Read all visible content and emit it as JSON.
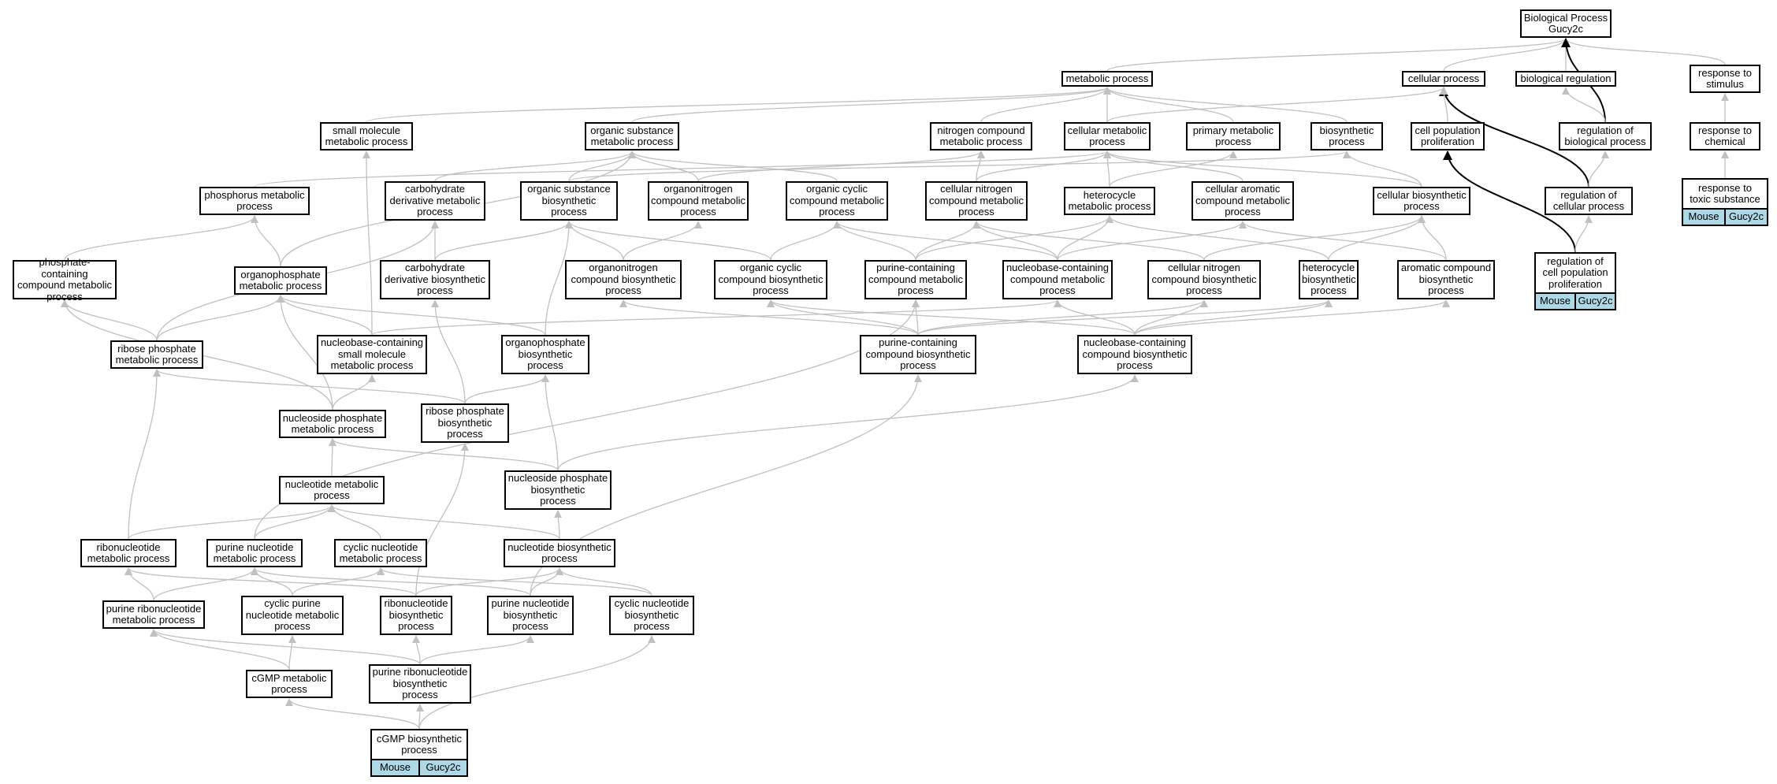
{
  "nodes": [
    {
      "id": "bp",
      "label": "Biological Process\nGucy2c"
    },
    {
      "id": "metabolic",
      "label": "metabolic process"
    },
    {
      "id": "cellular",
      "label": "cellular process"
    },
    {
      "id": "bioreg",
      "label": "biological regulation"
    },
    {
      "id": "stimulus",
      "label": "response to\nstimulus"
    },
    {
      "id": "smallmol",
      "label": "small molecule\nmetabolic process"
    },
    {
      "id": "orgsub",
      "label": "organic substance\nmetabolic process"
    },
    {
      "id": "nitro",
      "label": "nitrogen compound\nmetabolic process"
    },
    {
      "id": "cellmet",
      "label": "cellular metabolic\nprocess"
    },
    {
      "id": "primary",
      "label": "primary metabolic\nprocess"
    },
    {
      "id": "biosyn",
      "label": "biosynthetic\nprocess"
    },
    {
      "id": "cellprolif",
      "label": "cell population\nproliferation"
    },
    {
      "id": "regbio",
      "label": "regulation of\nbiological process"
    },
    {
      "id": "chemical",
      "label": "response to\nchemical"
    },
    {
      "id": "phosmet",
      "label": "phosphorus metabolic\nprocess"
    },
    {
      "id": "carbderiv",
      "label": "carbohydrate\nderivative metabolic\nprocess"
    },
    {
      "id": "orgsubbio",
      "label": "organic substance\nbiosynthetic\nprocess"
    },
    {
      "id": "organonit",
      "label": "organonitrogen\ncompound metabolic\nprocess"
    },
    {
      "id": "orgcyc",
      "label": "organic cyclic\ncompound metabolic\nprocess"
    },
    {
      "id": "cellnit",
      "label": "cellular nitrogen\ncompound metabolic\nprocess"
    },
    {
      "id": "hetmet",
      "label": "heterocycle\nmetabolic process"
    },
    {
      "id": "cellarom",
      "label": "cellular aromatic\ncompound metabolic\nprocess"
    },
    {
      "id": "cellbio",
      "label": "cellular biosynthetic\nprocess"
    },
    {
      "id": "regcell",
      "label": "regulation of\ncellular process"
    },
    {
      "id": "toxic",
      "label": "response to\ntoxic substance",
      "tags": [
        "Mouse",
        "Gucy2c"
      ]
    },
    {
      "id": "phoscont",
      "label": "phosphate-containing\ncompound metabolic\nprocess"
    },
    {
      "id": "orgphos",
      "label": "organophosphate\nmetabolic process"
    },
    {
      "id": "carbbio",
      "label": "carbohydrate\nderivative biosynthetic\nprocess"
    },
    {
      "id": "organonitbio",
      "label": "organonitrogen\ncompound biosynthetic\nprocess"
    },
    {
      "id": "orgcycbio",
      "label": "organic cyclic\ncompound biosynthetic\nprocess"
    },
    {
      "id": "purcont",
      "label": "purine-containing\ncompound metabolic\nprocess"
    },
    {
      "id": "nbcont",
      "label": "nucleobase-containing\ncompound metabolic\nprocess"
    },
    {
      "id": "cellnitbio",
      "label": "cellular nitrogen\ncompound biosynthetic\nprocess"
    },
    {
      "id": "hetbio",
      "label": "heterocycle\nbiosynthetic\nprocess"
    },
    {
      "id": "arombio",
      "label": "aromatic compound\nbiosynthetic\nprocess"
    },
    {
      "id": "regprolif",
      "label": "regulation of\ncell population\nproliferation",
      "tags": [
        "Mouse",
        "Gucy2c"
      ]
    },
    {
      "id": "ribphos",
      "label": "ribose phosphate\nmetabolic process"
    },
    {
      "id": "nbsmall",
      "label": "nucleobase-containing\nsmall molecule\nmetabolic process"
    },
    {
      "id": "orgphosbio",
      "label": "organophosphate\nbiosynthetic\nprocess"
    },
    {
      "id": "purcontbio",
      "label": "purine-containing\ncompound biosynthetic\nprocess"
    },
    {
      "id": "nbcontbio",
      "label": "nucleobase-containing\ncompound biosynthetic\nprocess"
    },
    {
      "id": "nucphos",
      "label": "nucleoside phosphate\nmetabolic process"
    },
    {
      "id": "ribphosbio",
      "label": "ribose phosphate\nbiosynthetic\nprocess"
    },
    {
      "id": "nucmet",
      "label": "nucleotide metabolic\nprocess"
    },
    {
      "id": "nucphosbio",
      "label": "nucleoside phosphate\nbiosynthetic\nprocess"
    },
    {
      "id": "ribnucmet",
      "label": "ribonucleotide\nmetabolic process"
    },
    {
      "id": "purnucmet",
      "label": "purine nucleotide\nmetabolic process"
    },
    {
      "id": "cycnucmet",
      "label": "cyclic nucleotide\nmetabolic process"
    },
    {
      "id": "nucbio",
      "label": "nucleotide biosynthetic\nprocess"
    },
    {
      "id": "purribmet",
      "label": "purine ribonucleotide\nmetabolic process"
    },
    {
      "id": "cycpur",
      "label": "cyclic purine\nnucleotide metabolic\nprocess"
    },
    {
      "id": "ribnucbio",
      "label": "ribonucleotide\nbiosynthetic\nprocess"
    },
    {
      "id": "purnucbio",
      "label": "purine nucleotide\nbiosynthetic\nprocess"
    },
    {
      "id": "cycnucbio",
      "label": "cyclic nucleotide\nbiosynthetic\nprocess"
    },
    {
      "id": "cgmpmet",
      "label": "cGMP metabolic\nprocess"
    },
    {
      "id": "purribbio",
      "label": "purine ribonucleotide\nbiosynthetic\nprocess"
    },
    {
      "id": "cgmpbio",
      "label": "cGMP biosynthetic\nprocess",
      "tags": [
        "Mouse",
        "Gucy2c"
      ]
    }
  ],
  "edges": [
    [
      "metabolic",
      "bp"
    ],
    [
      "cellular",
      "bp"
    ],
    [
      "bioreg",
      "bp"
    ],
    [
      "stimulus",
      "bp"
    ],
    [
      "regbio",
      "bp",
      "strong"
    ],
    [
      "regcell",
      "cellular",
      "strong"
    ],
    [
      "regprolif",
      "cellprolif",
      "strong"
    ],
    [
      "smallmol",
      "metabolic"
    ],
    [
      "orgsub",
      "metabolic"
    ],
    [
      "nitro",
      "metabolic"
    ],
    [
      "cellmet",
      "metabolic"
    ],
    [
      "primary",
      "metabolic"
    ],
    [
      "biosyn",
      "metabolic"
    ],
    [
      "cellmet",
      "cellular"
    ],
    [
      "cellprolif",
      "cellular"
    ],
    [
      "regbio",
      "bioreg"
    ],
    [
      "chemical",
      "stimulus"
    ],
    [
      "toxic",
      "chemical"
    ],
    [
      "regcell",
      "regbio"
    ],
    [
      "regprolif",
      "regcell"
    ],
    [
      "phosmet",
      "cellmet"
    ],
    [
      "carbderiv",
      "orgsub"
    ],
    [
      "orgsubbio",
      "orgsub"
    ],
    [
      "orgsubbio",
      "biosyn"
    ],
    [
      "organonit",
      "orgsub"
    ],
    [
      "organonit",
      "nitro"
    ],
    [
      "orgcyc",
      "orgsub"
    ],
    [
      "cellnit",
      "nitro"
    ],
    [
      "cellnit",
      "cellmet"
    ],
    [
      "hetmet",
      "cellmet"
    ],
    [
      "cellarom",
      "cellmet"
    ],
    [
      "cellbio",
      "cellmet"
    ],
    [
      "cellbio",
      "biosyn"
    ],
    [
      "hetmet",
      "primary"
    ],
    [
      "phoscont",
      "phosmet"
    ],
    [
      "orgphos",
      "phosmet"
    ],
    [
      "orgphos",
      "orgsub"
    ],
    [
      "carbbio",
      "carbderiv"
    ],
    [
      "carbbio",
      "orgsubbio"
    ],
    [
      "organonitbio",
      "organonit"
    ],
    [
      "organonitbio",
      "orgsubbio"
    ],
    [
      "orgcycbio",
      "orgcyc"
    ],
    [
      "orgcycbio",
      "orgsubbio"
    ],
    [
      "purcont",
      "orgcyc"
    ],
    [
      "purcont",
      "cellnit"
    ],
    [
      "purcont",
      "hetmet"
    ],
    [
      "nbcont",
      "orgcyc"
    ],
    [
      "nbcont",
      "cellnit"
    ],
    [
      "nbcont",
      "hetmet"
    ],
    [
      "nbcont",
      "cellarom"
    ],
    [
      "cellnitbio",
      "cellnit"
    ],
    [
      "cellnitbio",
      "cellbio"
    ],
    [
      "hetbio",
      "hetmet"
    ],
    [
      "hetbio",
      "cellbio"
    ],
    [
      "arombio",
      "cellarom"
    ],
    [
      "arombio",
      "cellbio"
    ],
    [
      "ribphos",
      "phoscont"
    ],
    [
      "ribphos",
      "orgphos"
    ],
    [
      "ribphos",
      "carbderiv"
    ],
    [
      "nbsmall",
      "smallmol"
    ],
    [
      "nbsmall",
      "nbcont"
    ],
    [
      "nbsmall",
      "orgphos"
    ],
    [
      "orgphosbio",
      "orgphos"
    ],
    [
      "orgphosbio",
      "orgsubbio"
    ],
    [
      "purcontbio",
      "purcont"
    ],
    [
      "purcontbio",
      "organonitbio"
    ],
    [
      "purcontbio",
      "orgcycbio"
    ],
    [
      "purcontbio",
      "hetbio"
    ],
    [
      "purcontbio",
      "cellnitbio"
    ],
    [
      "nbcontbio",
      "nbcont"
    ],
    [
      "nbcontbio",
      "orgcycbio"
    ],
    [
      "nbcontbio",
      "hetbio"
    ],
    [
      "nbcontbio",
      "cellnitbio"
    ],
    [
      "nbcontbio",
      "arombio"
    ],
    [
      "nucphos",
      "phoscont"
    ],
    [
      "nucphos",
      "orgphos"
    ],
    [
      "nucphos",
      "nbsmall"
    ],
    [
      "ribphosbio",
      "ribphos"
    ],
    [
      "ribphosbio",
      "orgphosbio"
    ],
    [
      "ribphosbio",
      "carbbio"
    ],
    [
      "nucmet",
      "nucphos"
    ],
    [
      "nucphosbio",
      "nucphos"
    ],
    [
      "nucphosbio",
      "orgphosbio"
    ],
    [
      "nucphosbio",
      "nbcontbio"
    ],
    [
      "ribnucmet",
      "nucmet"
    ],
    [
      "ribnucmet",
      "ribphos"
    ],
    [
      "purnucmet",
      "nucmet"
    ],
    [
      "purnucmet",
      "purcont"
    ],
    [
      "cycnucmet",
      "nucmet"
    ],
    [
      "nucbio",
      "nucmet"
    ],
    [
      "nucbio",
      "nucphosbio"
    ],
    [
      "purribmet",
      "ribnucmet"
    ],
    [
      "purribmet",
      "purnucmet"
    ],
    [
      "cycpur",
      "purnucmet"
    ],
    [
      "cycpur",
      "cycnucmet"
    ],
    [
      "ribnucbio",
      "ribnucmet"
    ],
    [
      "ribnucbio",
      "nucbio"
    ],
    [
      "ribnucbio",
      "ribphosbio"
    ],
    [
      "purnucbio",
      "purnucmet"
    ],
    [
      "purnucbio",
      "nucbio"
    ],
    [
      "purnucbio",
      "purcontbio"
    ],
    [
      "cycnucbio",
      "cycnucmet"
    ],
    [
      "cycnucbio",
      "nucbio"
    ],
    [
      "cgmpmet",
      "purribmet"
    ],
    [
      "cgmpmet",
      "cycpur"
    ],
    [
      "purribbio",
      "purribmet"
    ],
    [
      "purribbio",
      "ribnucbio"
    ],
    [
      "purribbio",
      "purnucbio"
    ],
    [
      "cgmpbio",
      "cgmpmet"
    ],
    [
      "cgmpbio",
      "purribbio"
    ],
    [
      "cgmpbio",
      "cycnucbio"
    ]
  ],
  "colors": {
    "edge": "#c0c0c0",
    "edge_strong": "#000000",
    "tag_fill": "#add8e6",
    "border": "#000000"
  }
}
